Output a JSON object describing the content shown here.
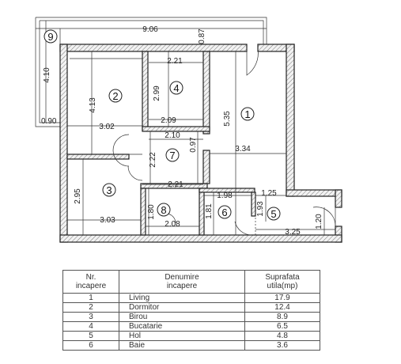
{
  "plan": {
    "dimensions": {
      "total_width": "9.06",
      "balcony_side": "0.87",
      "balcony_height": "4.10",
      "balcony_depth": "0.90",
      "kitchen_width": "2.21",
      "bedroom_height": "4.13",
      "kitchen_height": "2.99",
      "bedroom_width": "3.02",
      "kitchen_bottom": "2.09",
      "hall_width": "2.10",
      "hall_gap": "0.97",
      "living_height": "5.35",
      "living_width": "3.34",
      "hall_height": "2.22",
      "hall_bottom": "2.21",
      "office_height": "2.95",
      "bath_width": "1.98",
      "hol_width": "1.25",
      "bath_height": "1.81",
      "hol_height": "1.93",
      "office_width": "3.03",
      "storage_height": "1.80",
      "storage_width": "2.08",
      "hol_length": "3.25",
      "hol_door": "1.20"
    },
    "room_numbers": {
      "r1": "1",
      "r2": "2",
      "r3": "3",
      "r4": "4",
      "r5": "5",
      "r6": "6",
      "r7": "7",
      "r8": "8",
      "r9": "9"
    }
  },
  "table": {
    "headers": {
      "nr": "Nr.\nincapere",
      "name": "Denumire\nincapere",
      "area": "Suprafata\nutila(mp)"
    },
    "rows": [
      {
        "nr": "1",
        "name": "Living",
        "area": "17.9"
      },
      {
        "nr": "2",
        "name": "Dormitor",
        "area": "12.4"
      },
      {
        "nr": "3",
        "name": "Birou",
        "area": "8.9"
      },
      {
        "nr": "4",
        "name": "Bucatarie",
        "area": "6.5"
      },
      {
        "nr": "5",
        "name": "Hol",
        "area": "4.8"
      },
      {
        "nr": "6",
        "name": "Baie",
        "area": "3.6"
      }
    ]
  }
}
